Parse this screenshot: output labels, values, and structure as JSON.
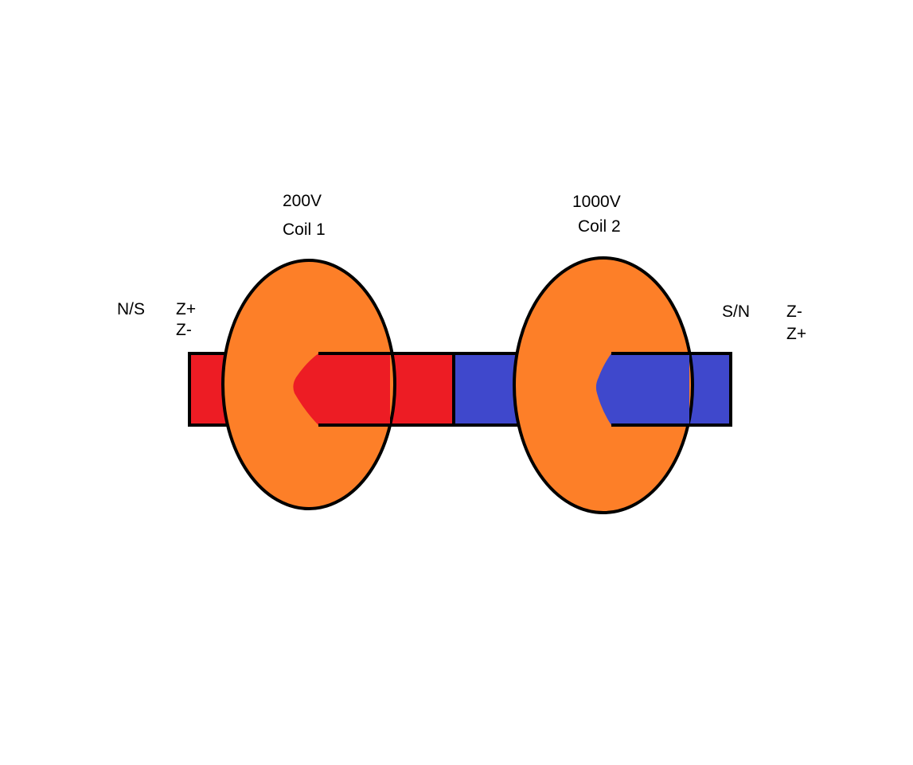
{
  "colors": {
    "background": "#ffffff",
    "red_pole": "#ed1c24",
    "blue_pole": "#3f48cc",
    "coil": "#fd7f28",
    "outline": "#000000"
  },
  "coil_1": {
    "voltage": "200V",
    "name": "Coil 1"
  },
  "coil_2": {
    "voltage": "1000V",
    "name": "Coil 2"
  },
  "left_end": {
    "pole": "N/S",
    "axis_top": "Z+",
    "axis_bottom": "Z-"
  },
  "right_end": {
    "pole": "S/N",
    "axis_top": "Z-",
    "axis_bottom": "Z+"
  }
}
